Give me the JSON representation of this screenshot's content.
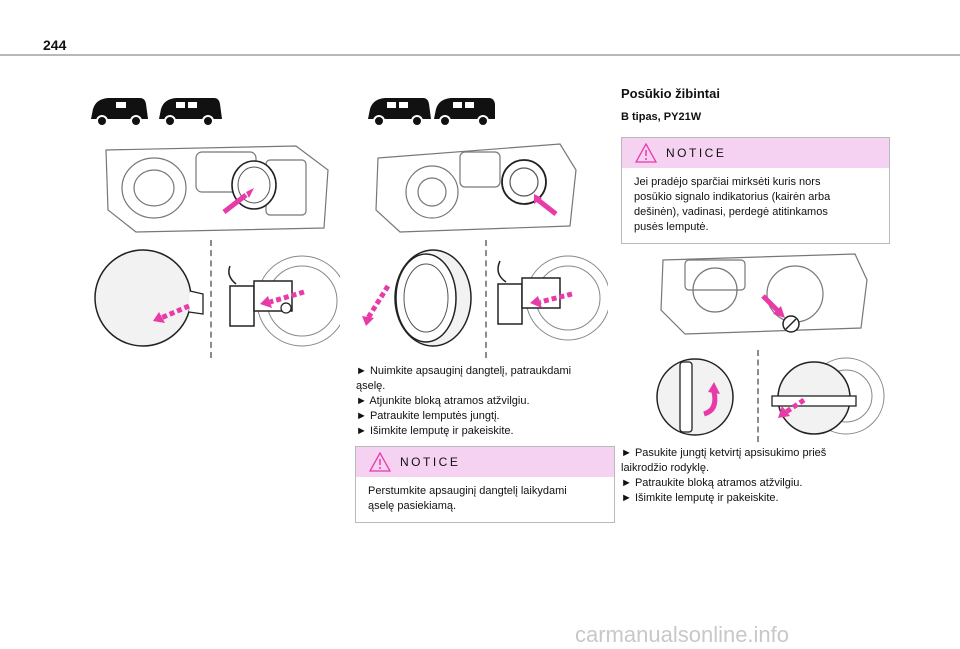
{
  "page": {
    "number": "244"
  },
  "left_column": {
    "car_badges": [
      "",
      ""
    ]
  },
  "middle_column": {
    "steps": [
      "► Nuimkite apsauginį dangtelį, patraukdami",
      "ąselę.",
      "► Atjunkite bloką atramos atžvilgiu.",
      "► Patraukite lemputės jungtį.",
      "► Išimkite lemputę ir pakeiskite."
    ],
    "notice": {
      "label": "NOTICE",
      "lines": [
        "Perstumkite apsauginį dangtelį laikydami",
        "ąselę pasiekiamą."
      ]
    }
  },
  "right_column": {
    "title": "Posūkio žibintai",
    "subtitle": "B tipas, PY21W",
    "notice": {
      "label": "NOTICE",
      "lines": [
        "Jei pradėjo sparčiai mirksėti kuris nors",
        "posūkio signalo indikatorius (kairėn arba",
        "dešinėn), vadinasi, perdegė atitinkamos",
        "pusės lemputė."
      ]
    },
    "steps": [
      "►   Pasukite jungtį ketvirtį apsisukimo prieš",
      "laikrodžio rodyklę.",
      "► Patraukite bloką atramos atžvilgiu.",
      "► Išimkite lemputę ir pakeiskite."
    ]
  },
  "watermark": "carmanualsonline.info",
  "colors": {
    "accent": "#e83ba8",
    "notice_bg": "#f5d2f2",
    "rule": "#b8b8b8"
  },
  "icons": [
    "car-icon",
    "warning-triangle-icon",
    "arrow-icon"
  ]
}
